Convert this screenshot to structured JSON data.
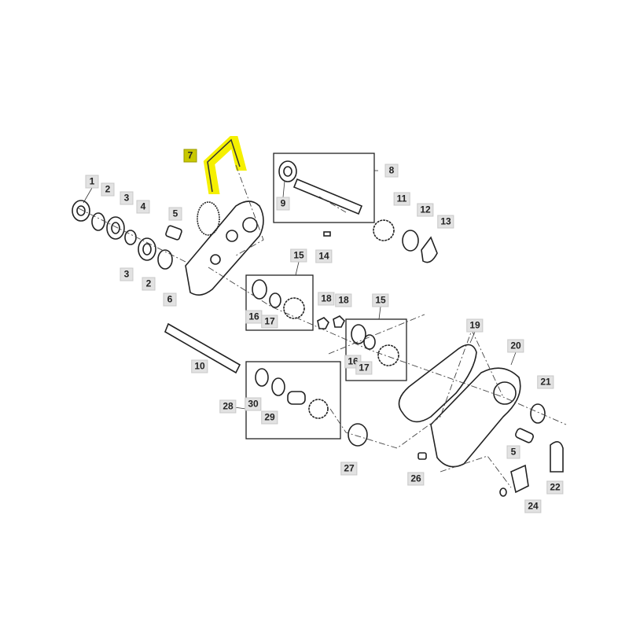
{
  "diagram": {
    "highlight_color": "#f5f000",
    "callouts": [
      {
        "text": "7",
        "highlighted": true
      },
      {
        "text": "1"
      },
      {
        "text": "2"
      },
      {
        "text": "3"
      },
      {
        "text": "4"
      },
      {
        "text": "5"
      },
      {
        "text": "3"
      },
      {
        "text": "2"
      },
      {
        "text": "6"
      },
      {
        "text": "8"
      },
      {
        "text": "9"
      },
      {
        "text": "11"
      },
      {
        "text": "12"
      },
      {
        "text": "13"
      },
      {
        "text": "14"
      },
      {
        "text": "15"
      },
      {
        "text": "16"
      },
      {
        "text": "17"
      },
      {
        "text": "18"
      },
      {
        "text": "18"
      },
      {
        "text": "15"
      },
      {
        "text": "16"
      },
      {
        "text": "17"
      },
      {
        "text": "10"
      },
      {
        "text": "28"
      },
      {
        "text": "30"
      },
      {
        "text": "29"
      },
      {
        "text": "19"
      },
      {
        "text": "20"
      },
      {
        "text": "21"
      },
      {
        "text": "5"
      },
      {
        "text": "22"
      },
      {
        "text": "24"
      },
      {
        "text": "26"
      },
      {
        "text": "27"
      }
    ]
  }
}
